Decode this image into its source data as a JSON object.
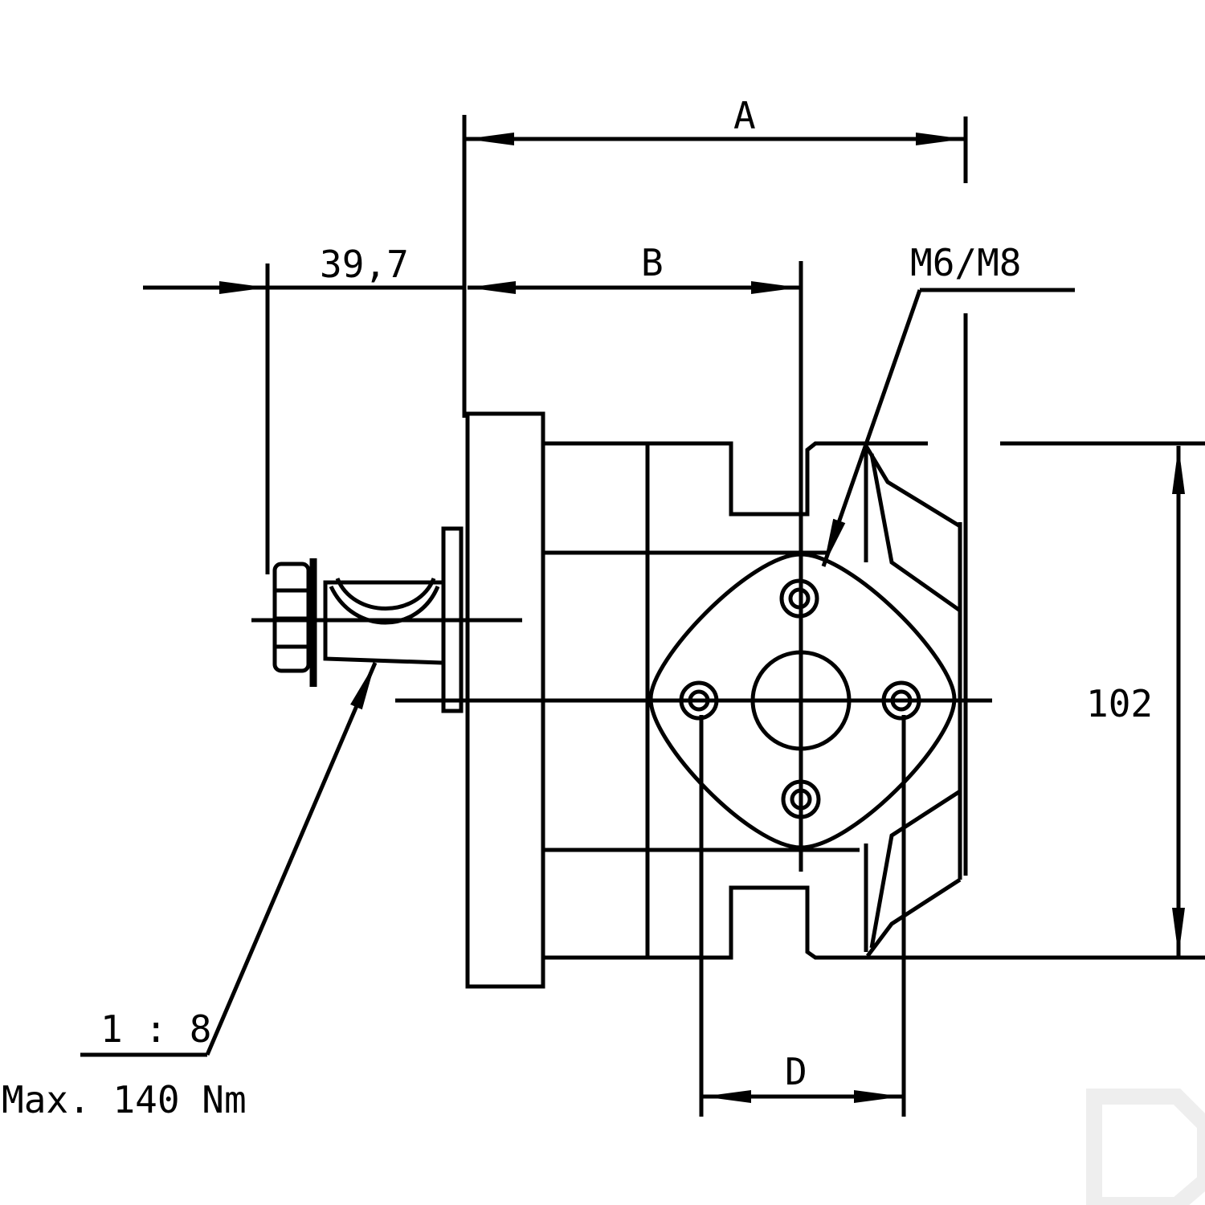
{
  "drawing": {
    "dim_a": "A",
    "dim_b": "B",
    "dim_shaft": "39,7",
    "thread": "M6/M8",
    "dim_height": "102",
    "dim_d": "D",
    "taper": "1 : 8",
    "torque": "Max. 140 Nm",
    "watermark": "D"
  },
  "colors": {
    "line": "#000000",
    "watermark": "#f0f0f0"
  }
}
